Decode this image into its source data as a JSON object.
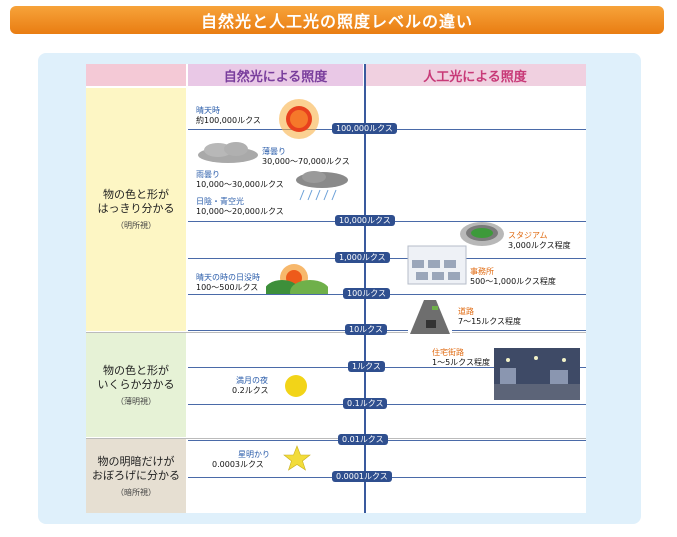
{
  "title": "自然光と人工光の照度レベルの違い",
  "headers": {
    "natural": "自然光による照度",
    "artificial": "人工光による照度"
  },
  "bands": [
    {
      "label_line1": "物の色と形が",
      "label_line2": "はっきり分かる",
      "sub": "（明所視）"
    },
    {
      "label_line1": "物の色と形が",
      "label_line2": "いくらか分かる",
      "sub": "（薄明視）"
    },
    {
      "label_line1": "物の明暗だけが",
      "label_line2": "おぼろげに分かる",
      "sub": "（暗所視）"
    }
  ],
  "lux_levels": [
    "100,000ルクス",
    "10,000ルクス",
    "1,000ルクス",
    "100ルクス",
    "10ルクス",
    "1ルクス",
    "0.1ルクス",
    "0.01ルクス",
    "0.0001ルクス"
  ],
  "natural": {
    "sunny_title": "晴天時",
    "sunny_value": "約100,000ルクス",
    "thin_cloud_title": "薄曇り",
    "thin_cloud_value": "30,000〜70,000ルクス",
    "rain_cloud_title": "雨曇り",
    "rain_cloud_value": "10,000〜30,000ルクス",
    "shade_title": "日陰・青空光",
    "shade_value": "10,000〜20,000ルクス",
    "sunset_title": "晴天の時の日没時",
    "sunset_value": "100〜500ルクス",
    "moon_title": "満月の夜",
    "moon_value": "0.2ルクス",
    "star_title": "星明かり",
    "star_value": "0.0003ルクス"
  },
  "artificial": {
    "stadium_title": "スタジアム",
    "stadium_value": "3,000ルクス程度",
    "office_title": "事務所",
    "office_value": "500〜1,000ルクス程度",
    "road_title": "道路",
    "road_value": "7〜15ルクス程度",
    "residential_title": "住宅街路",
    "residential_value": "1〜5ルクス程度"
  },
  "colors": {
    "title_bar": "#ef8a1e",
    "panel": "#dff0fb",
    "axis": "#2f4f8f",
    "accent_orange": "#e06a10",
    "accent_blue": "#2a5caa"
  }
}
